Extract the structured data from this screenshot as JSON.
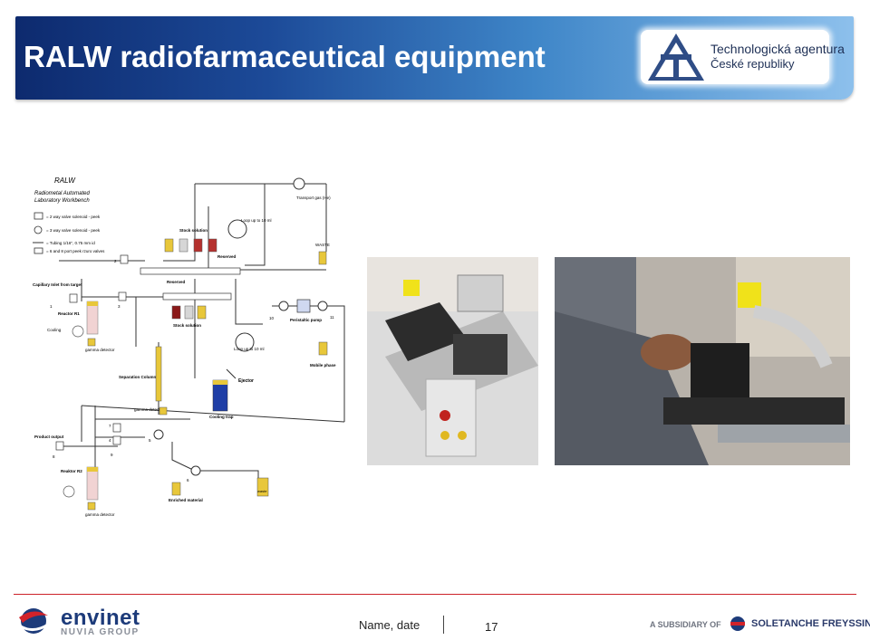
{
  "slide": {
    "title": "RALW radiofarmaceutical equipment",
    "page_number": "17",
    "footer_name": "Name, date"
  },
  "logos": {
    "agency_line1": "Technologická agentura",
    "agency_line2": "České republiky",
    "company_name": "envinet",
    "company_sub": "NUVIA GROUP",
    "subsidiary_text": "A SUBSIDIARY OF",
    "parent_name": "SOLETANCHE FREYSSINET"
  },
  "diagram": {
    "heading": "RALW",
    "subheading_1": "Radiometal Automated",
    "subheading_2": "Laboratory Workbench",
    "legend": [
      "= 2 way valve solenoid - peek",
      "= 3 way valve solenoid - peek",
      "= Tubing 1/16\", 0.75 mm id",
      "= 6 and 8 port peek rzuro valves"
    ],
    "labels": {
      "transport_gas": "Transport gas (He)",
      "loop_up_1": "Loop up to 10 ml",
      "stock_solution": "Stock solution",
      "reserved": "Reserved",
      "waste": "WASTE",
      "capillary_inlet": "Capillary Inlet from target",
      "reactor_r1": "Reactor R1",
      "cooling": "Cooling",
      "gamma_detector": "gamma detector",
      "reserved_2": "Reserved",
      "stock_solution_2": "Stock solution",
      "peristaltic_pump": "Peristaltic pump",
      "loop_up_2": "Loop up to 10 ml",
      "mobile_phase": "Mobile phase",
      "separation_column": "Separation Column",
      "ejector": "Ejector",
      "gamma_detector_2": "gamma detector",
      "cooling_trap": "Cooling trap",
      "product_output": "Product output",
      "reactor_r2": "Reaktor R2",
      "gamma_detector_3": "gamma detector",
      "enriched_material": "Enriched material",
      "waste_2": "waste",
      "n1": "1",
      "n2": "2",
      "n3": "3",
      "n4": "4",
      "n5": "5",
      "n6": "6",
      "n7": "7",
      "n8": "8",
      "n9": "9",
      "n10": "10",
      "n11": "11"
    }
  },
  "colors": {
    "banner_dark": "#0d2a6e",
    "banner_light": "#8dc0ec",
    "footer_line": "#cc2229",
    "brand_blue": "#1d3b7a",
    "brand_red": "#d2232a"
  }
}
